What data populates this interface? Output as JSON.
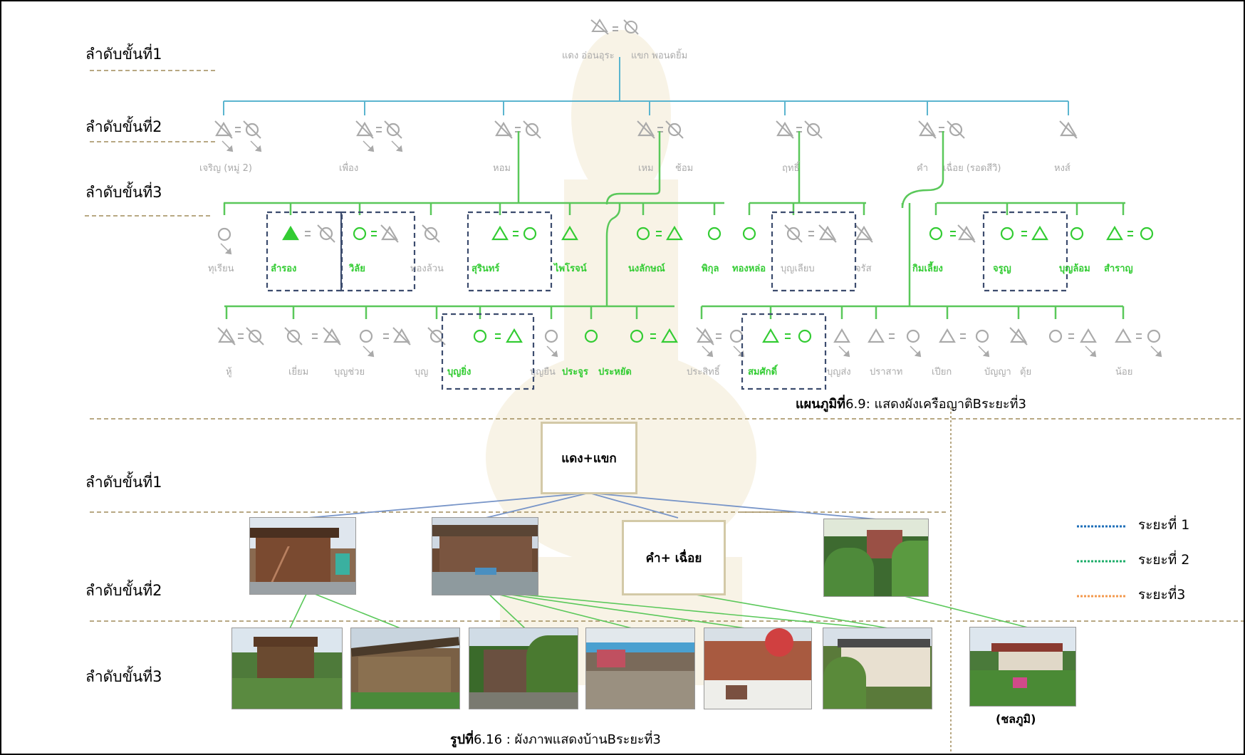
{
  "levels": {
    "top": [
      "ลำดับขั้นที่1",
      "ลำดับขั้นที่2",
      "ลำดับขั้นที่3"
    ],
    "bottom": [
      "ลำดับขั้นที่1",
      "ลำดับขั้นที่2",
      "ลำดับขั้นที่3"
    ]
  },
  "kinship": {
    "root": {
      "husband": "แดง อ่อนอุระ",
      "wife": "แขก พอนดยิ้ม"
    },
    "gen2": [
      "เจริญ (หมู่ 2)",
      "เพื่อง",
      "หอม",
      "เหม",
      "ช้อม",
      "ฤทธิ์",
      "คำ",
      "เฉื่อย (รอดสีวิ)",
      "หงส์"
    ],
    "gen3a": [
      "ทุเรียน",
      "ลำรอง",
      "วิลัย",
      "ทองล้วน",
      "สุรินทร์",
      "ไพโรจน์",
      "นงลักษณ์",
      "พิกุล",
      "ทองหล่อ",
      "บุญเลียบ",
      "จรัส",
      "กิมเลี้ยง",
      "จรูญ",
      "บุญล้อม",
      "สำราญ"
    ],
    "gen3b": [
      "หู้",
      "เยี่ยม",
      "บุญช่วย",
      "บุญ",
      "บุญยิ่ง",
      "บุญยืน",
      "ประจูร",
      "ประหยัด",
      "ประสิทธิ์",
      "สมศักดิ์",
      "บุญส่ง",
      "ปราสาท",
      "เปียก",
      "บัญญา",
      "ตุ้ย",
      "น้อย"
    ],
    "caption_bold": "แผนภูมิที่",
    "caption_rest": "6.9: แสดงผังเครือญาติBระยะที่3"
  },
  "house_chart": {
    "box_root": "แดง+แขก",
    "box_gen2": "คำ+ เฉื่อย",
    "side_note": "(ชลภูมิ)",
    "caption_bold": "รูปที่",
    "caption_rest": "6.16 : ผังภาพแสดงบ้านBระยะที่3"
  },
  "legend": [
    {
      "label": "ระยะที่ 1",
      "color": "#1f6fb8"
    },
    {
      "label": "ระยะที่ 2",
      "color": "#1fae6b"
    },
    {
      "label": "ระยะที่3",
      "color": "#f39a4f"
    }
  ],
  "colors": {
    "gen1_line": "#5bb5cf",
    "gen2_line": "#5ac85a",
    "dashed_box": "#3c4c6e",
    "divider": "#a08c5a"
  }
}
